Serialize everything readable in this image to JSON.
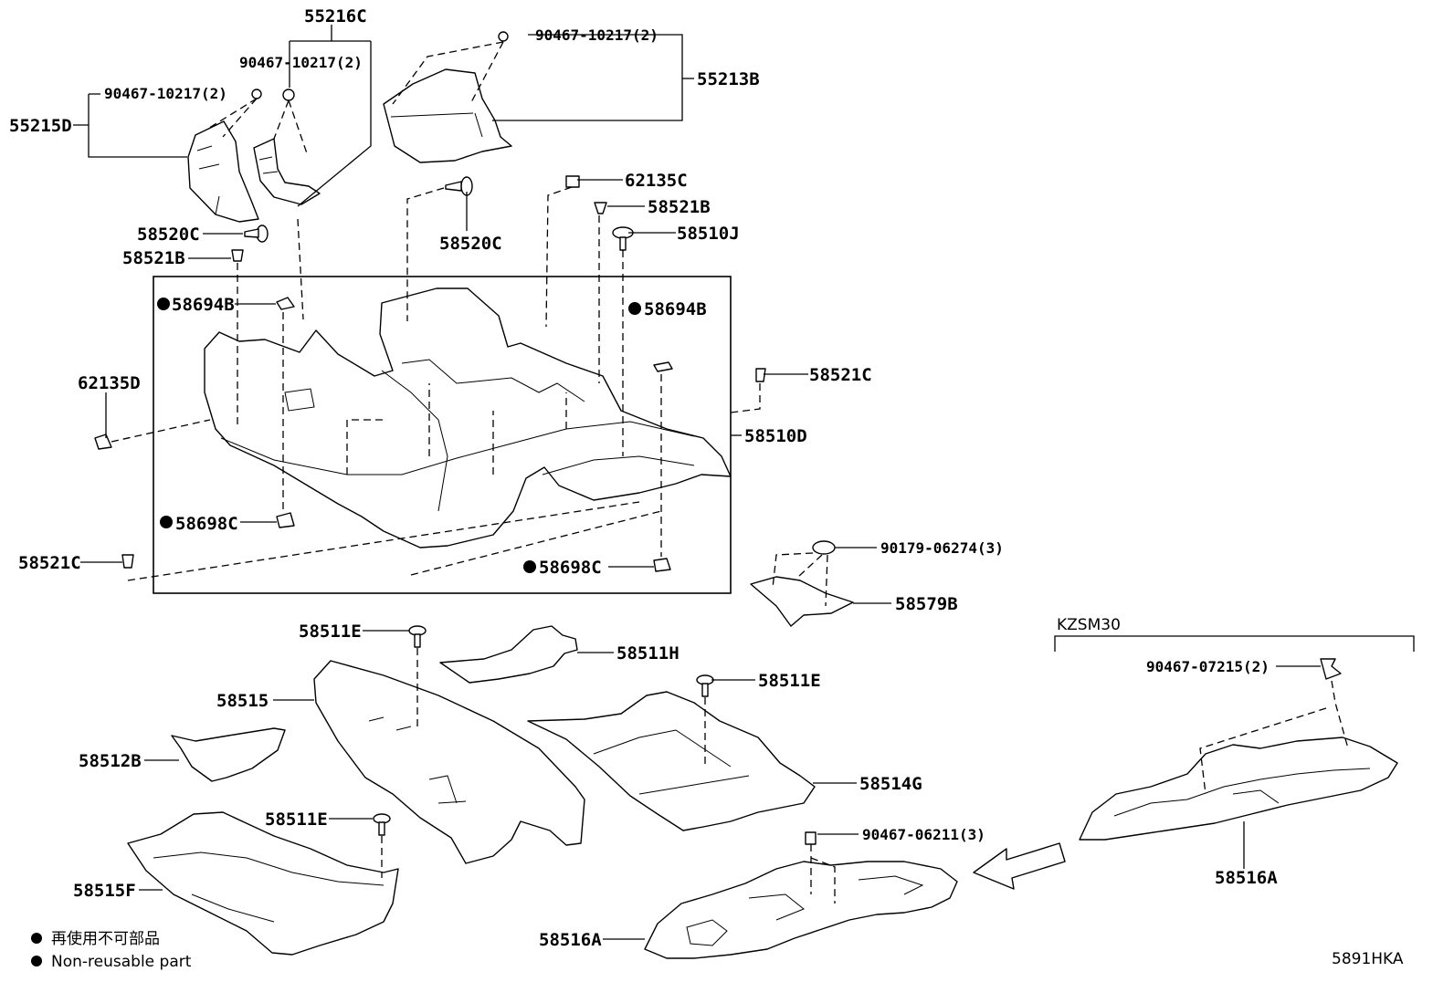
{
  "labels": {
    "p55216C": "55216C",
    "p90467_10217_a": "90467-10217(2)",
    "p90467_10217_b": "90467-10217(2)",
    "p90467_10217_c": "90467-10217(2)",
    "p55215D": "55215D",
    "p55213B": "55213B",
    "p62135C": "62135C",
    "p58521B_a": "58521B",
    "p58510J": "58510J",
    "p58520C_a": "58520C",
    "p58520C_b": "58520C",
    "p58521B_b": "58521B",
    "p58694B_a": "58694B",
    "p58694B_b": "58694B",
    "p62135D": "62135D",
    "p58521C_a": "58521C",
    "p58510D": "58510D",
    "p58698C_a": "58698C",
    "p58698C_b": "58698C",
    "p58521C_b": "58521C",
    "p90179_06274": "90179-06274(3)",
    "p58579B": "58579B",
    "kzsm30": "KZSM30",
    "p90467_07215": "90467-07215(2)",
    "p58511E_a": "58511E",
    "p58511H": "58511H",
    "p58515": "58515",
    "p58511E_b": "58511E",
    "p58512B": "58512B",
    "p58514G": "58514G",
    "p58511E_c": "58511E",
    "p90467_06211": "90467-06211(3)",
    "p58515F": "58515F",
    "p58516A_a": "58516A",
    "p58516A_b": "58516A"
  },
  "legend": {
    "jp": "再使用不可部品",
    "en": "Non-reusable part"
  },
  "diagram_code": "5891HKA"
}
